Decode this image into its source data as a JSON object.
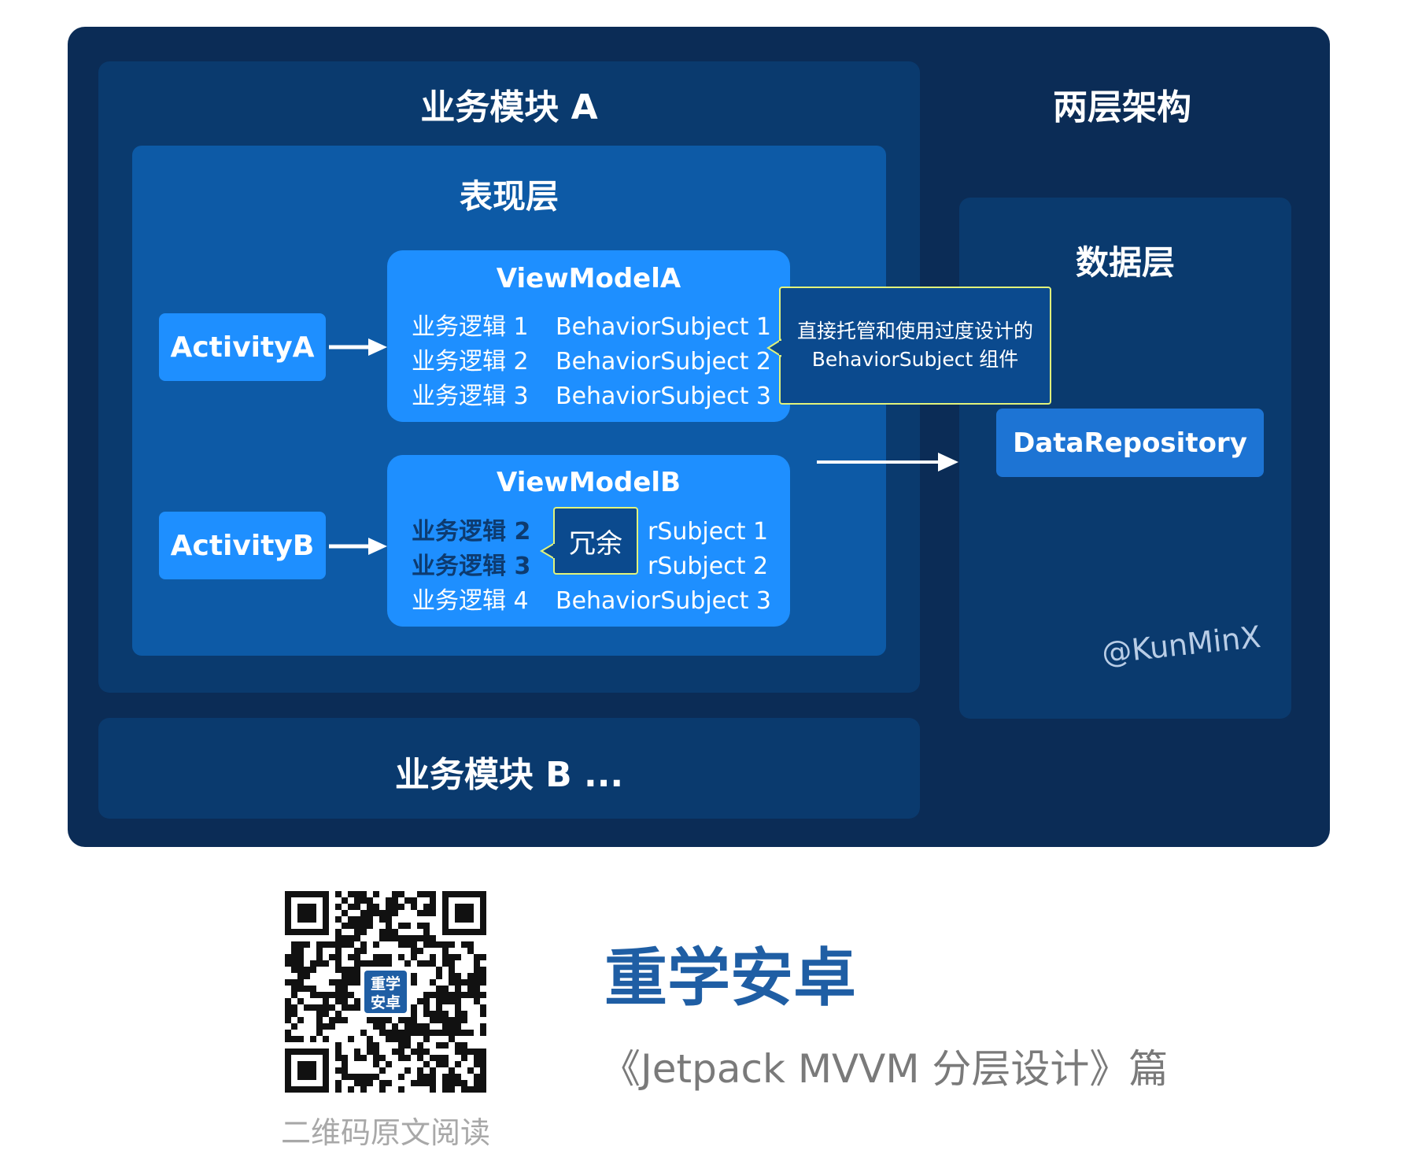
{
  "colors": {
    "outer_background": "#0b2c56",
    "module_background": "#0a3a6e",
    "presentation_background": "#0d5aa6",
    "bright_blue": "#1e8fff",
    "highlight_border": "#e2f37a",
    "brand_blue": "#1f5ea4"
  },
  "module_a": {
    "title": "业务模块 A",
    "presentation_layer": {
      "title": "表现层",
      "activity_a": "ActivityA",
      "activity_b": "ActivityB",
      "viewmodel_a": {
        "title": "ViewModelA",
        "rows": [
          {
            "logic": "业务逻辑 1",
            "subject": "BehaviorSubject 1"
          },
          {
            "logic": "业务逻辑 2",
            "subject": "BehaviorSubject 2"
          },
          {
            "logic": "业务逻辑 3",
            "subject": "BehaviorSubject 3"
          }
        ]
      },
      "viewmodel_b": {
        "title": "ViewModelB",
        "rows": [
          {
            "logic": "业务逻辑 2",
            "subject": "rSubject 1"
          },
          {
            "logic": "业务逻辑 3",
            "subject": "rSubject 2"
          },
          {
            "logic": "业务逻辑 4",
            "subject": "BehaviorSubject 3"
          }
        ]
      }
    }
  },
  "callout_note": {
    "line1": "直接托管和使用过度设计的",
    "line2": "BehaviorSubject 组件"
  },
  "redundant_label": "冗余",
  "architecture_title": "两层架构",
  "data_layer": {
    "title": "数据层",
    "repository": "DataRepository"
  },
  "author": "@KunMinX",
  "module_b": {
    "title": "业务模块 B ..."
  },
  "footer": {
    "qr_icon": "qr-code-icon",
    "qr_logo_line1": "重学",
    "qr_logo_line2": "安卓",
    "qr_caption": "二维码原文阅读",
    "brand_title": "重学安卓",
    "brand_subtitle": "《Jetpack MVVM 分层设计》篇"
  }
}
